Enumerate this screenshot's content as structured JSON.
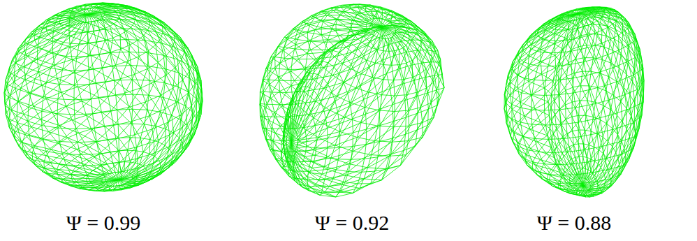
{
  "diagram": {
    "labels": [
      "Ψ = 0.99",
      "Ψ = 0.92",
      "Ψ = 0.88"
    ]
  }
}
